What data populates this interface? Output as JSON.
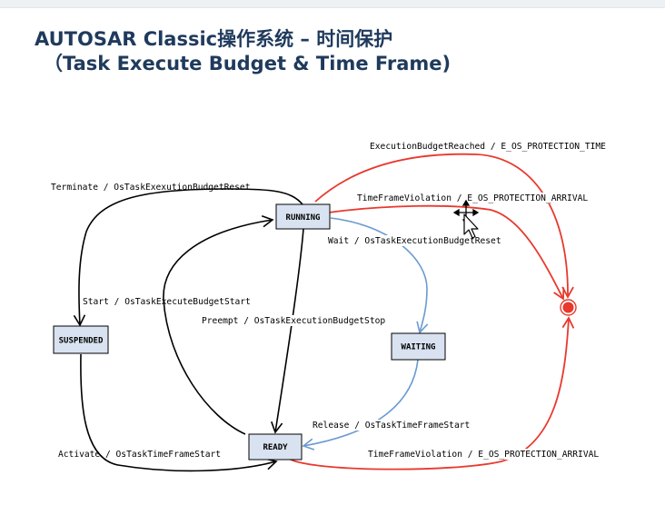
{
  "slide": {
    "title_line1": "AUTOSAR Classic操作系统 – 时间保护",
    "title_line2": "（Task Execute Budget & Time Frame)"
  },
  "states": {
    "running": "RUNNING",
    "suspended": "SUSPENDED",
    "waiting": "WAITING",
    "ready": "READY"
  },
  "transitions": {
    "execution_budget_reached": "ExecutionBudgetReached / E_OS_PROTECTION_TIME",
    "terminate": "Terminate / OsTaskExexutionBudgetReset",
    "timeframe_violation_running": "TimeFrameViolation / E_OS_PROTECTION_ARRIVAL",
    "wait": "Wait / OsTaskExecutionBudgetReset",
    "start": "Start / OsTaskExecuteBudgetStart",
    "preempt": "Preempt / OsTaskExecutionBudgetStop",
    "release": "Release / OsTaskTimeFrameStart",
    "activate": "Activate / OsTaskTimeFrameStart",
    "timeframe_violation_ready": "TimeFrameViolation / E_OS_PROTECTION_ARRIVAL"
  },
  "colors": {
    "title": "#1f3a5c",
    "state_fill": "#d9e2f0",
    "normal_transition": "#000000",
    "wait_release_transition": "#6b9ad0",
    "violation_transition": "#e8392d",
    "final_state": "#e8392d"
  },
  "icons": {
    "cursor": "move-cursor-icon"
  }
}
